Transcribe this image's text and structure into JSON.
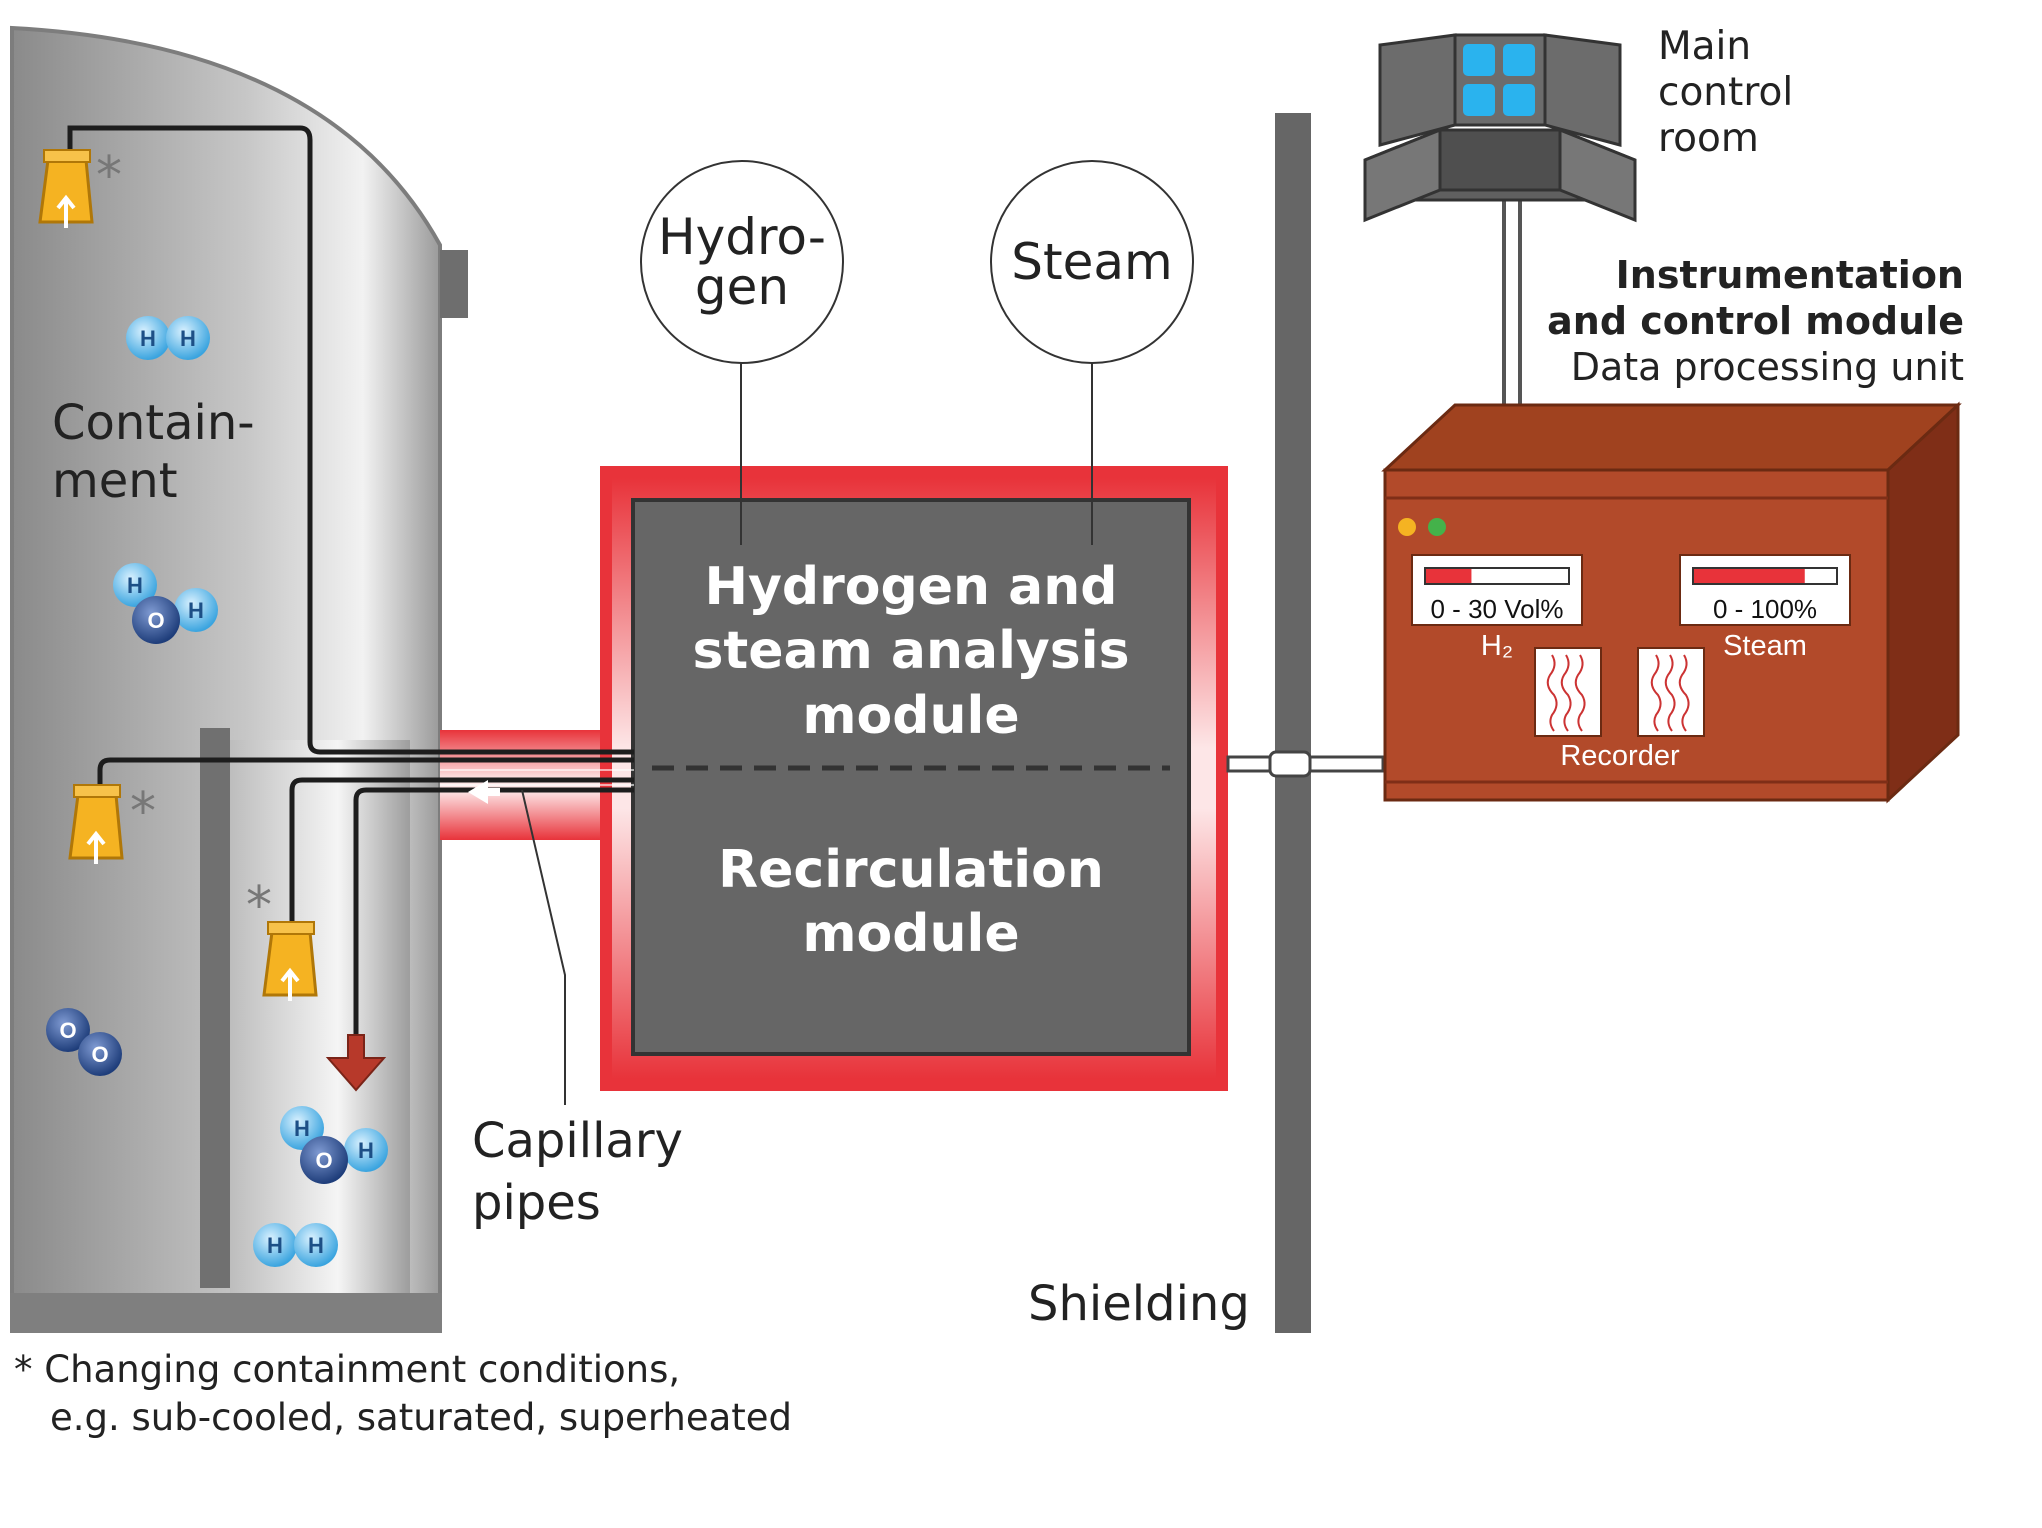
{
  "labels": {
    "containment_line1": "Contain-",
    "containment_line2": "ment",
    "hydrogen_ring_line1": "Hydro-",
    "hydrogen_ring_line2": "gen",
    "steam_ring": "Steam",
    "analysis_module_line1": "Hydrogen and",
    "analysis_module_line2": "steam analysis",
    "analysis_module_line3": "module",
    "recirc_module_line1": "Recirculation",
    "recirc_module_line2": "module",
    "capillary_line1": "Capillary",
    "capillary_line2": "pipes",
    "shielding": "Shielding",
    "control_room_line1": "Main",
    "control_room_line2": "control",
    "control_room_line3": "room",
    "ic_module_line1": "Instrumentation",
    "ic_module_line2": "and control module",
    "ic_module_line3": "Data processing unit",
    "footnote_line1": "* Changing containment conditions,",
    "footnote_line2": "e.g. sub-cooled, saturated, superheated",
    "asterisk": "*"
  },
  "gauges": [
    {
      "range": "0 - 30 Vol%",
      "name": "H₂",
      "level": 0.32
    },
    {
      "range": "0 - 100%",
      "name": "Steam",
      "level": 0.78
    }
  ],
  "recorder_label": "Recorder",
  "molecules": {
    "h": "H",
    "o": "O"
  },
  "colors": {
    "containment_gray": "#9e9e9e",
    "module_gray": "#666666",
    "heat_red": "#e8333a",
    "cabinet_brown": "#b24a2a",
    "sampler_yellow": "#f5b322",
    "molecule_blue": "#5ab4e5",
    "screen_blue": "#2ab3ee"
  }
}
